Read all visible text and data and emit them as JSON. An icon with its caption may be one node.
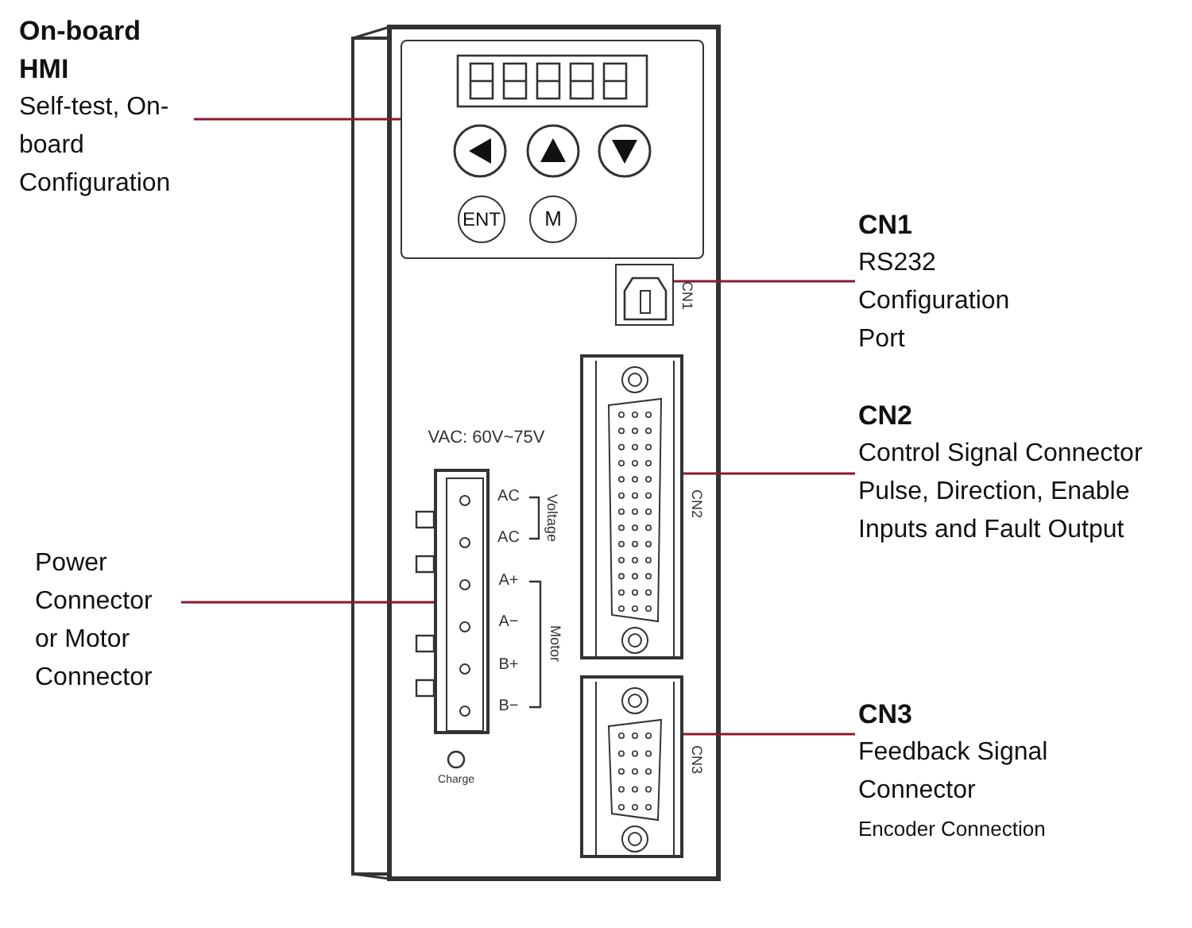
{
  "diagram": {
    "nodes": [
      {
        "text": [
          "On-board HMI",
          "Self-test, On-board Configuration"
        ]
      },
      {
        "text": [
          "CN1",
          "RS232 Configuration Port"
        ]
      },
      {
        "text": [
          "CN2",
          "Control Signal Connector",
          "Pulse, Direction, Enable Inputs and Fault Output"
        ]
      },
      {
        "text": [
          "Power Connector or Motor Connector"
        ]
      },
      {
        "text": [
          "CN3",
          "Feedback Signal Connector",
          "Encoder Connection"
        ]
      },
      {
        "text": [],
        "shape": "box"
      },
      {
        "text": [],
        "shape": "box"
      },
      {
        "text": [],
        "shape": "box"
      },
      {
        "text": [],
        "shape": "box"
      },
      {
        "text": [],
        "shape": "box"
      }
    ],
    "edges": [
      {
        "from": 0,
        "to": 5,
        "arrow": "none"
      },
      {
        "from": 1,
        "to": 6,
        "arrow": "none"
      },
      {
        "from": 2,
        "to": 7,
        "arrow": "none"
      },
      {
        "from": 3,
        "to": 8,
        "arrow": "none"
      },
      {
        "from": 4,
        "to": 9,
        "arrow": "none"
      }
    ],
    "labels": [
      "ENT",
      "M",
      "CN1",
      "VAC: 60V~75V",
      "AC",
      "AC",
      "Voltage",
      "A+",
      "A−",
      "B+",
      "B−",
      "Motor",
      "CN2",
      "CN3",
      "Charge"
    ]
  }
}
